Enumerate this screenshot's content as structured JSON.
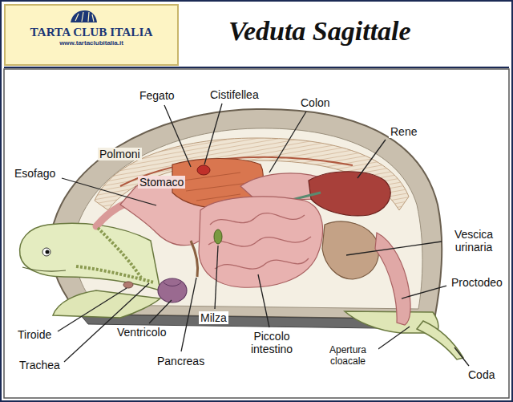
{
  "diagram": {
    "title": "Veduta Sagittale",
    "nodes": [
      {
        "text": [
          "TARTA CLUB ITALIA",
          "www.tartaclubitalia.it"
        ]
      }
    ],
    "labels": [
      "Fegato",
      "Cistifellea",
      "Colon",
      "Polmoni",
      "Rene",
      "Esofago",
      "Stomaco",
      "Vescica urinaria",
      "Proctodeo",
      "Tiroide",
      "Ventricolo",
      "Milza",
      "Trachea",
      "Pancreas",
      "Piccolo intestino",
      "Apertura cloacale",
      "Coda"
    ]
  }
}
